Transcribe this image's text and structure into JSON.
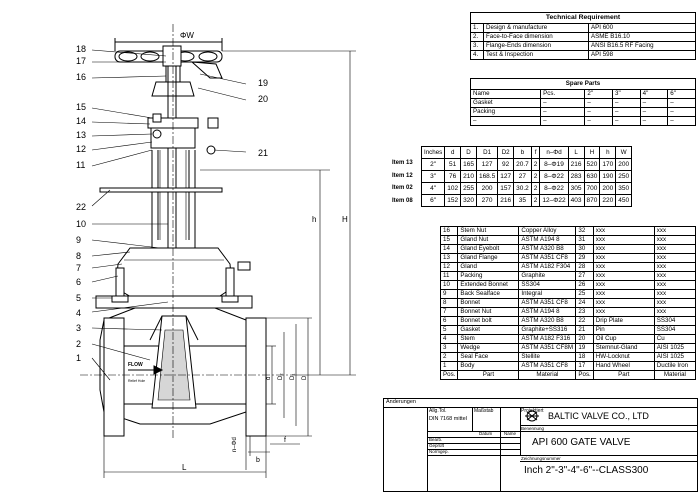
{
  "tech": {
    "title": "Technical Requirement",
    "rows": [
      [
        "1.",
        "Design & manufacture",
        "API 600"
      ],
      [
        "2.",
        "Face-to-Face dimension",
        "ASME B16.10"
      ],
      [
        "3.",
        "Flange-Ends dimension",
        "ANSI B16.5 RF Facing"
      ],
      [
        "4.",
        "Test & Inspection",
        "API 598"
      ]
    ]
  },
  "spare": {
    "title": "Spare Parts",
    "header": [
      "Name",
      "Pcs.",
      "2\"",
      "3\"",
      "4\"",
      "6\""
    ],
    "rows": [
      [
        "Gasket",
        "–",
        "–",
        "–",
        "–",
        "–"
      ],
      [
        "Packing",
        "–",
        "–",
        "–",
        "–",
        "–"
      ],
      [
        "–",
        "–",
        "–",
        "–",
        "–",
        "–"
      ]
    ]
  },
  "dims": {
    "header": [
      "Inches",
      "d",
      "D",
      "D1",
      "D2",
      "b",
      "f",
      "n–Φd",
      "L",
      "H",
      "h",
      "W"
    ],
    "rows": [
      [
        "2\"",
        "51",
        "165",
        "127",
        "92",
        "20.7",
        "2",
        "8–Φ19",
        "216",
        "520",
        "170",
        "200"
      ],
      [
        "3\"",
        "76",
        "210",
        "168.5",
        "127",
        "27",
        "2",
        "8–Φ22",
        "283",
        "630",
        "190",
        "250"
      ],
      [
        "4\"",
        "102",
        "255",
        "200",
        "157",
        "30.2",
        "2",
        "8–Φ22",
        "305",
        "700",
        "200",
        "350"
      ],
      [
        "6\"",
        "152",
        "320",
        "270",
        "216",
        "35",
        "2",
        "12–Φ22",
        "403",
        "870",
        "220",
        "450"
      ]
    ],
    "items": [
      "Item 13",
      "Item 12",
      "Item 02",
      "Item 08"
    ]
  },
  "bom": {
    "left": [
      [
        "16",
        "Stem Nut",
        "Copper Alloy"
      ],
      [
        "15",
        "Gland Nut",
        "ASTM A194 8"
      ],
      [
        "14",
        "Gland Eyebolt",
        "ASTM A320 B8"
      ],
      [
        "13",
        "Gland Flange",
        "ASTM A351 CF8"
      ],
      [
        "12",
        "Gland",
        "ASTM A182 F304"
      ],
      [
        "11",
        "Packing",
        "Graphite"
      ],
      [
        "10",
        "Extended Bonnet",
        "SS304"
      ],
      [
        "9",
        "Back Sealface",
        "Integral"
      ],
      [
        "8",
        "Bonnet",
        "ASTM A351 CF8"
      ],
      [
        "7",
        "Bonnet Nut",
        "ASTM A194 8"
      ],
      [
        "6",
        "Bonnet bolt",
        "ASTM A320 B8"
      ],
      [
        "5",
        "Gasket",
        "Graphite+SS316"
      ],
      [
        "4",
        "Stem",
        "ASTM A182 F316"
      ],
      [
        "3",
        "Wedge",
        "ASTM A351 CF8M"
      ],
      [
        "2",
        "Seal Face",
        "Stellite"
      ],
      [
        "1",
        "Body",
        "ASTM A351 CF8"
      ]
    ],
    "right": [
      [
        "32",
        "xxx",
        "xxx"
      ],
      [
        "31",
        "xxx",
        "xxx"
      ],
      [
        "30",
        "xxx",
        "xxx"
      ],
      [
        "29",
        "xxx",
        "xxx"
      ],
      [
        "28",
        "xxx",
        "xxx"
      ],
      [
        "27",
        "xxx",
        "xxx"
      ],
      [
        "26",
        "xxx",
        "xxx"
      ],
      [
        "25",
        "xxx",
        "xxx"
      ],
      [
        "24",
        "xxx",
        "xxx"
      ],
      [
        "23",
        "xxx",
        "xxx"
      ],
      [
        "22",
        "Drip Plate",
        "SS304"
      ],
      [
        "21",
        "Pin",
        "SS304"
      ],
      [
        "20",
        "Oil Cup",
        "Cu"
      ],
      [
        "19",
        "Stemnut-Gland",
        "AISI 1025"
      ],
      [
        "18",
        "HW-Locknut",
        "AISI 1025"
      ],
      [
        "17",
        "Hand Wheel",
        "Ductile Iron"
      ]
    ],
    "footer": [
      "Pos.",
      "Part",
      "Material",
      "Pos.",
      "Part",
      "Material"
    ]
  },
  "title": {
    "changes": "Änderungen",
    "tolerance_label": "Allg.Tol.",
    "tolerance_value": "DIN 7168 mittel",
    "surface": "Maßstab",
    "project": "Projektiert",
    "datum": "Datum",
    "name": "Name",
    "benennung": "Benennung",
    "bearb": "Bearb.",
    "geprueft": "Geprüft",
    "norm": "Normgep.",
    "company": "BALTIC VALVE CO., LTD",
    "product": "API 600 GATE VALVE",
    "drawing_no_label": "Zeichnungsnummer",
    "drawing_no": "Inch 2\"-3\"-4\"-6\"--CLASS300"
  },
  "drawing": {
    "phiW": "ΦW",
    "flow": "FLOW",
    "relief": "Relief Hole",
    "H": "H",
    "h": "h",
    "L": "L",
    "b": "b",
    "f": "f",
    "nd": "n–Φd",
    "d": "d",
    "D2": "D₂",
    "D1": "D₁",
    "D": "D",
    "callouts": [
      "18",
      "17",
      "16",
      "15",
      "14",
      "13",
      "12",
      "11",
      "22",
      "10",
      "9",
      "8",
      "7",
      "6",
      "5",
      "4",
      "3",
      "2",
      "1",
      "19",
      "20",
      "21"
    ]
  }
}
